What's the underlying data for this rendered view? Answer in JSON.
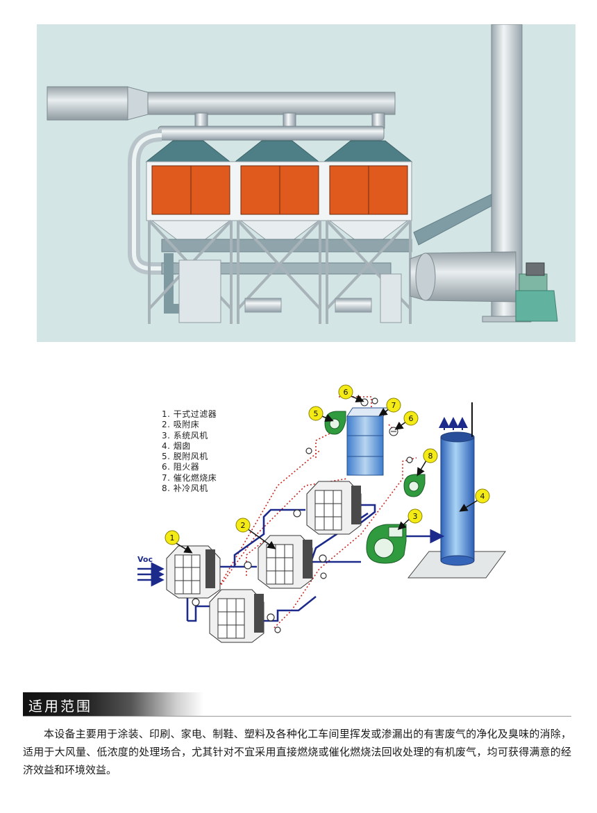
{
  "legend": [
    "1. 干式过滤器",
    "2. 吸附床",
    "3. 系统风机",
    "4. 烟囱",
    "5. 脱附风机",
    "6. 阻火器",
    "7. 催化燃烧床",
    "8. 补冷风机"
  ],
  "voc_label": "Voc",
  "markers": [
    "1",
    "2",
    "3",
    "4",
    "5",
    "6",
    "6",
    "7",
    "8"
  ],
  "section": {
    "title": "适用范围",
    "description": "本设备主要用于涂装、印刷、家电、制鞋、塑料及各种化工车间里挥发或渗漏出的有害废气的净化及臭味的消除，适用于大风量、低浓度的处理场合，尤其针对不宜采用直接燃烧或催化燃烧法回收处理的有机废气，均可获得满意的经济效益和环境效益。"
  },
  "colors": {
    "illustration_bg": "#d3e6e5",
    "adsorbent": "#e05a1e",
    "marker_fill": "#f3ea16",
    "fan_green": "#2f9a3e",
    "chimney_blue": "#3d7fd6",
    "pipe_navy": "#1c2a8c",
    "desorb_red": "#c8261e"
  }
}
